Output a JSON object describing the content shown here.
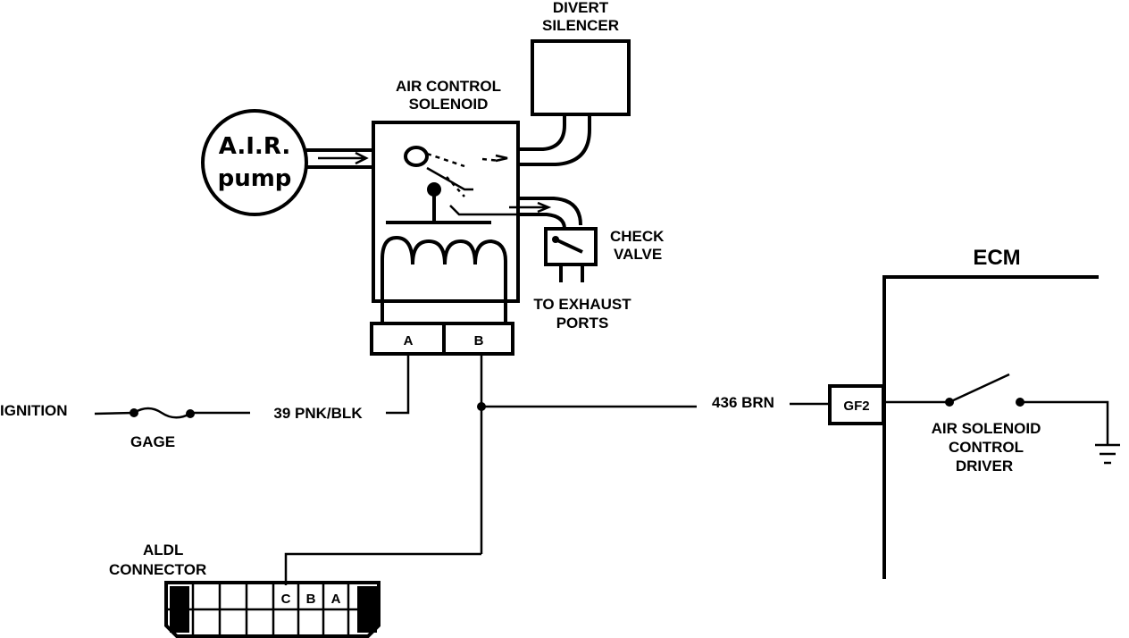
{
  "labels": {
    "divert_silencer_1": "DIVERT",
    "divert_silencer_2": "SILENCER",
    "air_control_1": "AIR CONTROL",
    "air_control_2": "SOLENOID",
    "air_pump_1": "A.I.R.",
    "air_pump_2": "pump",
    "check_valve_1": "CHECK",
    "check_valve_2": "VALVE",
    "exhaust_1": "TO EXHAUST",
    "exhaust_2": "PORTS",
    "ecm": "ECM",
    "terminal_a": "A",
    "terminal_b": "B",
    "ignition": "IGNITION",
    "gage": "GAGE",
    "wire_39": "39 PNK/BLK",
    "wire_436": "436 BRN",
    "gf2": "GF2",
    "driver_1": "AIR SOLENOID",
    "driver_2": "CONTROL",
    "driver_3": "DRIVER",
    "aldl_1": "ALDL",
    "aldl_2": "CONNECTOR",
    "aldl_c": "C",
    "aldl_b": "B",
    "aldl_a": "A"
  }
}
